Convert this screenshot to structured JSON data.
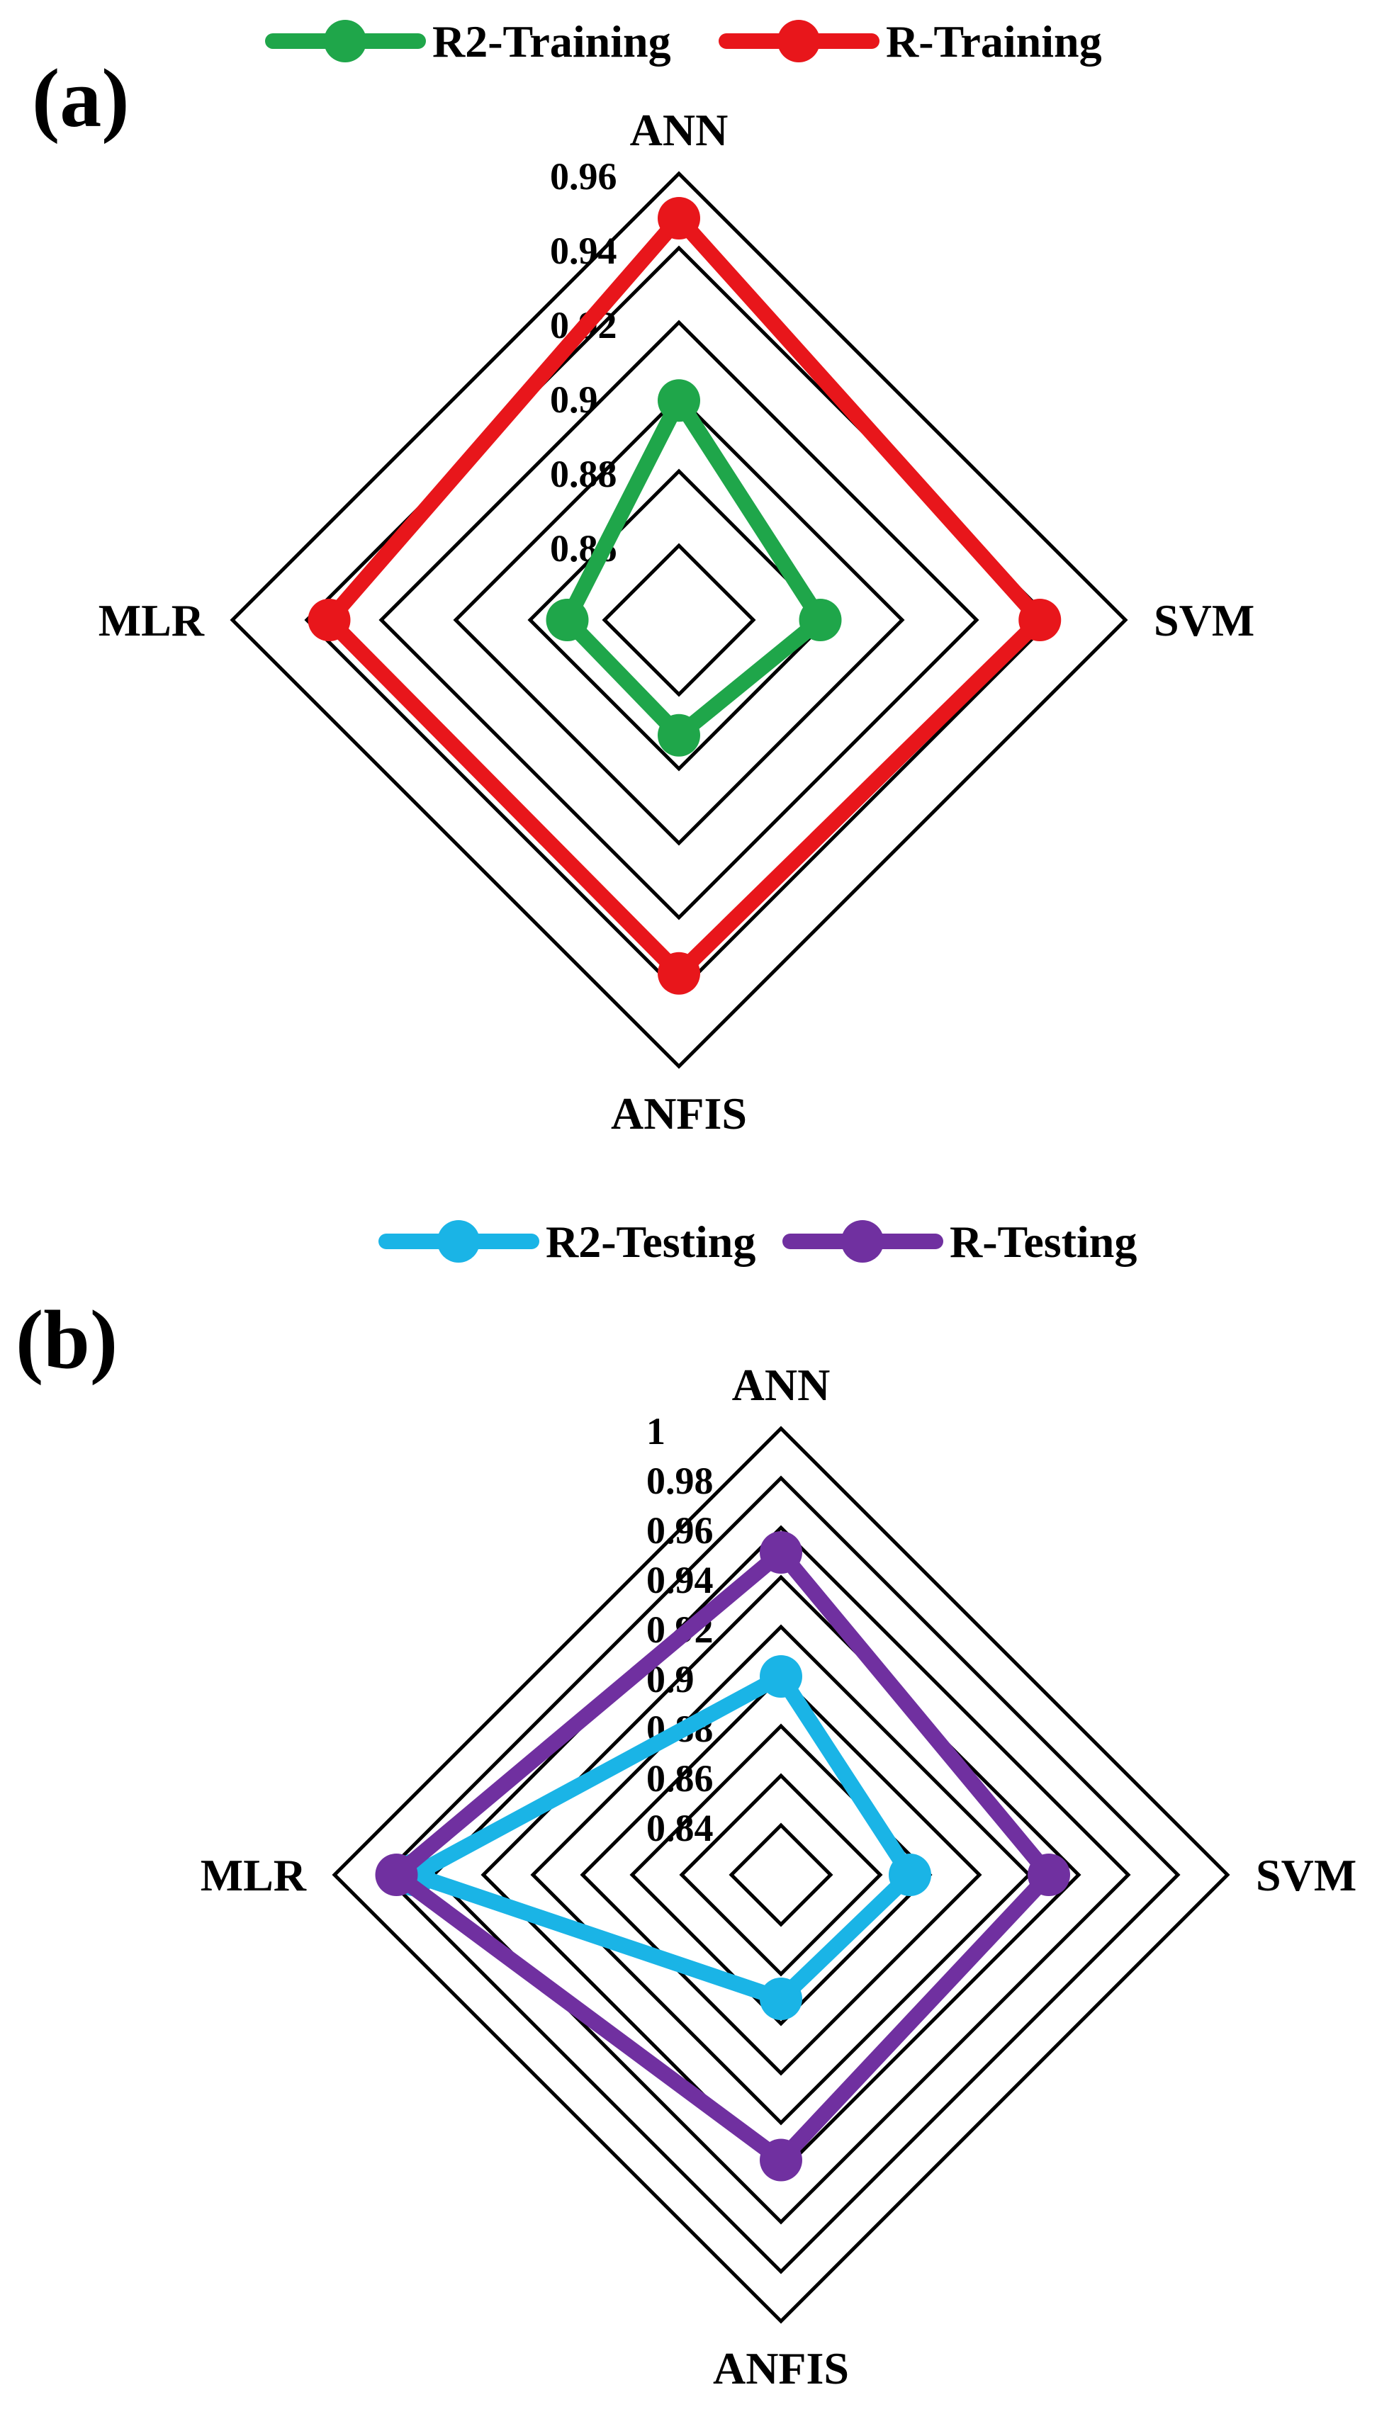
{
  "chart_data": [
    {
      "panel_label": "(a)",
      "type": "radar",
      "categories": [
        "ANN",
        "SVM",
        "ANFIS",
        "MLR"
      ],
      "rlim": [
        0.84,
        0.96
      ],
      "ticks": [
        "0.86",
        "0.88",
        "0.9",
        "0.92",
        "0.94",
        "0.96"
      ],
      "tick_values": [
        0.86,
        0.88,
        0.9,
        0.92,
        0.94,
        0.96
      ],
      "grid_levels": [
        0.86,
        0.88,
        0.9,
        0.92,
        0.94,
        0.96
      ],
      "series": [
        {
          "name": "R2-Training",
          "values": [
            0.899,
            0.878,
            0.871,
            0.87
          ],
          "color": "#1fa64a"
        },
        {
          "name": "R-Training",
          "values": [
            0.948,
            0.937,
            0.935,
            0.934
          ],
          "color": "#e8161b"
        }
      ]
    },
    {
      "panel_label": "(b)",
      "type": "radar",
      "categories": [
        "ANN",
        "SVM",
        "ANFIS",
        "MLR"
      ],
      "rlim": [
        0.82,
        1.0
      ],
      "ticks": [
        "0.84",
        "0.86",
        "0.88",
        "0.9",
        "0.92",
        "0.94",
        "0.96",
        "0.98",
        "1"
      ],
      "tick_values": [
        0.84,
        0.86,
        0.88,
        0.9,
        0.92,
        0.94,
        0.96,
        0.98,
        1.0
      ],
      "grid_levels": [
        0.84,
        0.86,
        0.88,
        0.9,
        0.92,
        0.94,
        0.96,
        0.98,
        1.0
      ],
      "series": [
        {
          "name": "R2-Testing",
          "values": [
            0.9,
            0.872,
            0.87,
            0.968
          ],
          "color": "#1ab4e6"
        },
        {
          "name": "R-Testing",
          "values": [
            0.95,
            0.928,
            0.935,
            0.975
          ],
          "color": "#7030a0"
        }
      ]
    }
  ]
}
